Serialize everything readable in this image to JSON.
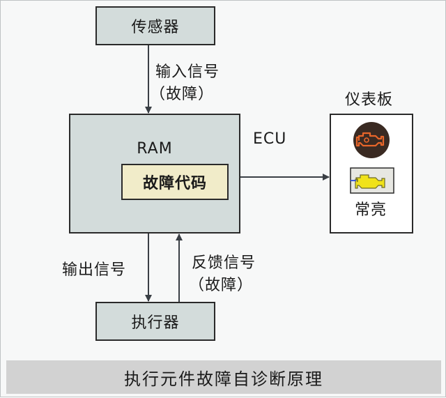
{
  "nodes": {
    "sensor": "传感器",
    "actuator": "执行器",
    "ecu": "ECU",
    "ram": "RAM",
    "fault_code": "故障代码",
    "dashboard_title": "仪表板",
    "lamp_state": "常亮"
  },
  "edges": {
    "input_signal": "输入信号",
    "input_fault": "（故障）",
    "output_signal": "输出信号",
    "feedback_signal": "反馈信号",
    "feedback_fault": "（故障）"
  },
  "caption": "执行元件故障自诊断原理",
  "colors": {
    "box_fill": "#d3dcdb",
    "fault_code_fill": "#f1ecc9",
    "lamp_on": "#f0e21a",
    "lamp_icon_bg": "#3a2a22",
    "lamp_icon_fg": "#e8662a"
  },
  "icons": [
    "check-engine-icon",
    "check-engine-lit-icon"
  ]
}
